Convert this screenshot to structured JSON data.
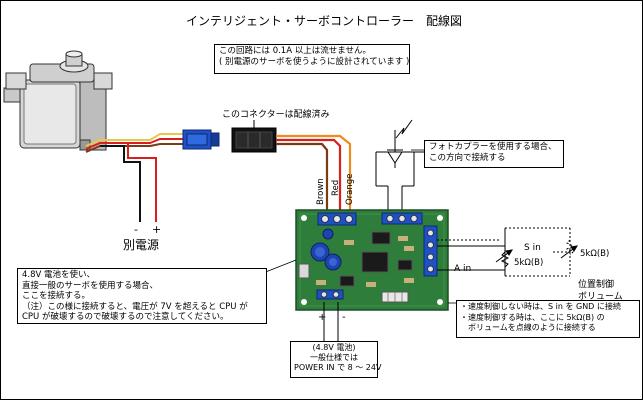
{
  "title": "インテリジェント・サーボコントローラー　配線図",
  "notice": [
    "この回路には 0.1A 以上は流せません。",
    "( 別電源のサーボを使うように設計されています )"
  ],
  "connector_note": "このコネクターは配線済み",
  "wire_labels": [
    "Brown",
    "Red",
    "Orange"
  ],
  "photocoupler_note": [
    "フォトカプラーを使用する場合、",
    "この方向で接続する"
  ],
  "separate_power": {
    "label": "別電源",
    "minus": "-",
    "plus": "+"
  },
  "battery_note": [
    "4.8V 電池を使い、",
    "直接一般のサーボを使用する場合、",
    "ここを接続する。",
    "（注）この様に接続すると、電圧が 7V を超えると CPU が",
    "CPU が破壊するので破壊するので注意してください。"
  ],
  "power_in": {
    "plus": "+",
    "minus": "-",
    "lines": [
      "(4.8V 電池)",
      "一般仕様では",
      "POWER IN で 8 ～ 24V"
    ]
  },
  "pot_labels": {
    "s_in": "S in",
    "a_in": "A in",
    "r1": "5kΩ(B)",
    "r2": "5kΩ(B)",
    "volume": [
      "位置制御",
      "ボリューム"
    ]
  },
  "speed_note": [
    "・速度制御しない時は、S in を GND に接続",
    "・速度制御する時は、ここに 5kΩ(B) の",
    "　ボリュームを点線のように接続する"
  ],
  "colors": {
    "board": "#2e7d3a",
    "board_dark": "#1b4f25",
    "wire_brown": "#7a3b12",
    "wire_red": "#d81e1e",
    "wire_orange": "#f08a1a",
    "wire_yellow": "#e8c84a",
    "connector_blue": "#1e50c8"
  }
}
